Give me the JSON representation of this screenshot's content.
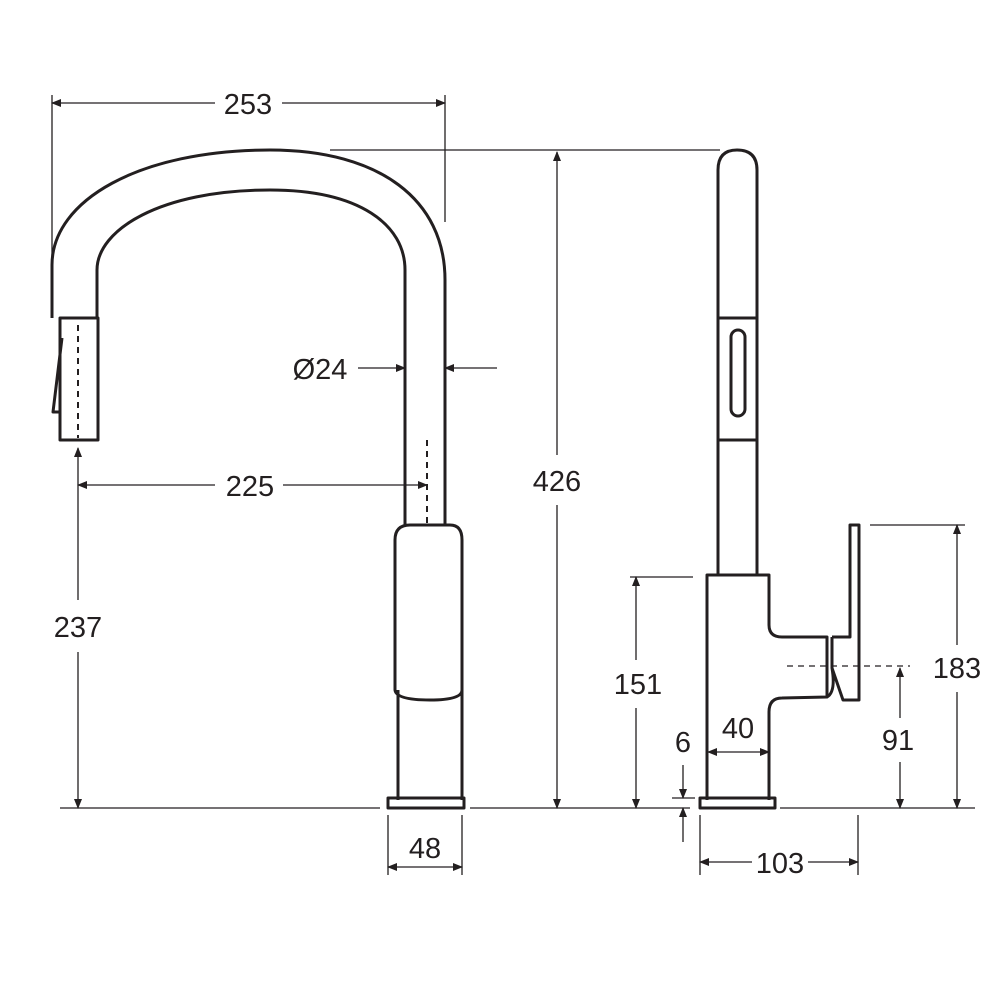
{
  "dimensions": {
    "overall_reach": "253",
    "spout_diameter": "Ø24",
    "spout_reach": "225",
    "overall_height": "426",
    "spout_outlet_height": "237",
    "base_diameter": "48",
    "body_height": "151",
    "base_plate_thickness": "6",
    "body_width": "40",
    "lever_projection": "103",
    "lever_pivot_height": "91",
    "lever_height": "183"
  },
  "colors": {
    "line": "#231f20",
    "background": "#ffffff"
  }
}
